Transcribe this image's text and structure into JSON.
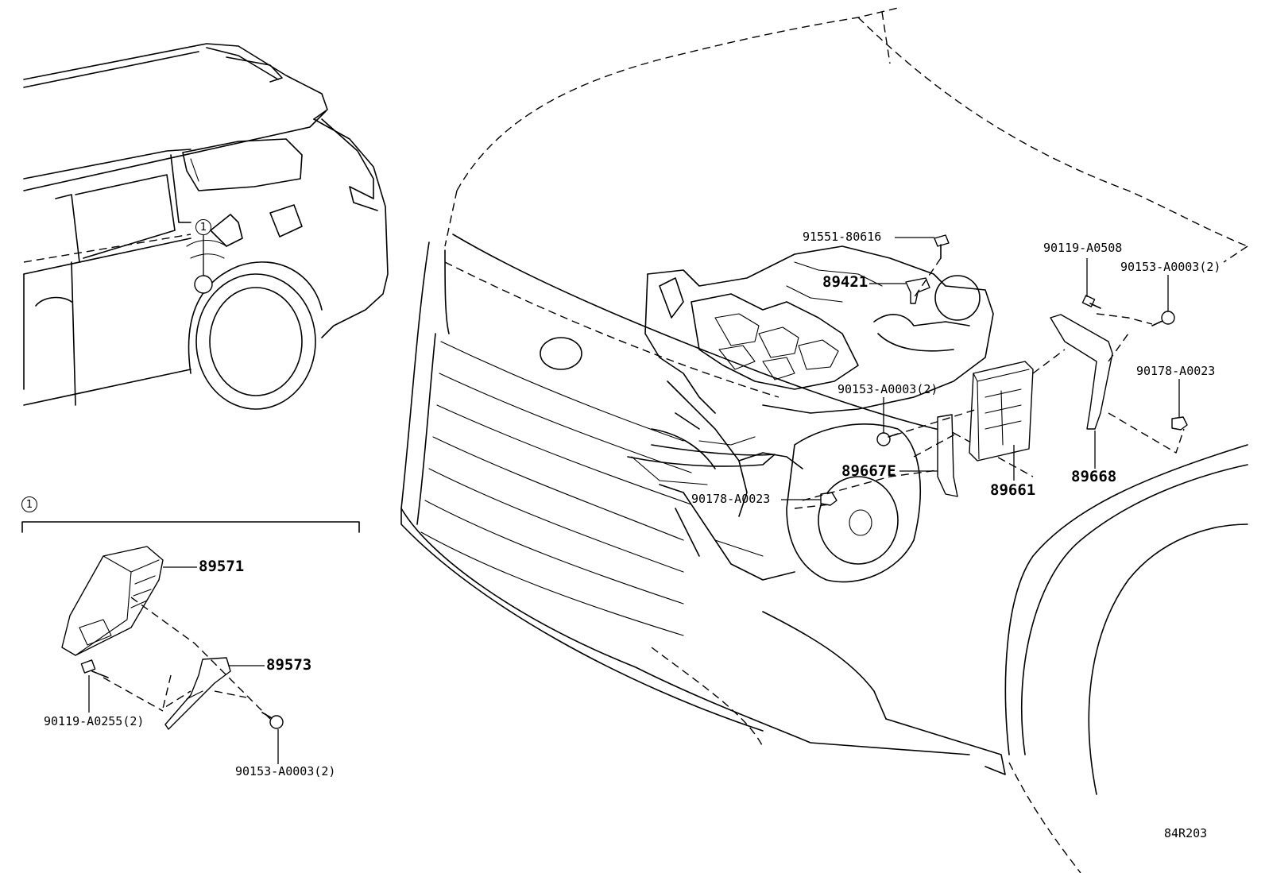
{
  "callouts": {
    "ref_marker_car": "1",
    "ref_marker_detail": "1",
    "p89571": "89571",
    "p89573": "89573",
    "p90119_A0255": "90119-A0255(2)",
    "p90153_A0003_bottom": "90153-A0003(2)",
    "p91551_80616": "91551-80616",
    "p89421": "89421",
    "p90119_A0508": "90119-A0508",
    "p90153_A0003_right": "90153-A0003(2)",
    "p90153_A0003_center": "90153-A0003(2)",
    "p90178_A0023_right": "90178-A0023",
    "p90178_A0023_left": "90178-A0023",
    "p89667E": "89667E",
    "p89661": "89661",
    "p89668": "89668"
  },
  "diagram_code": "84R203"
}
